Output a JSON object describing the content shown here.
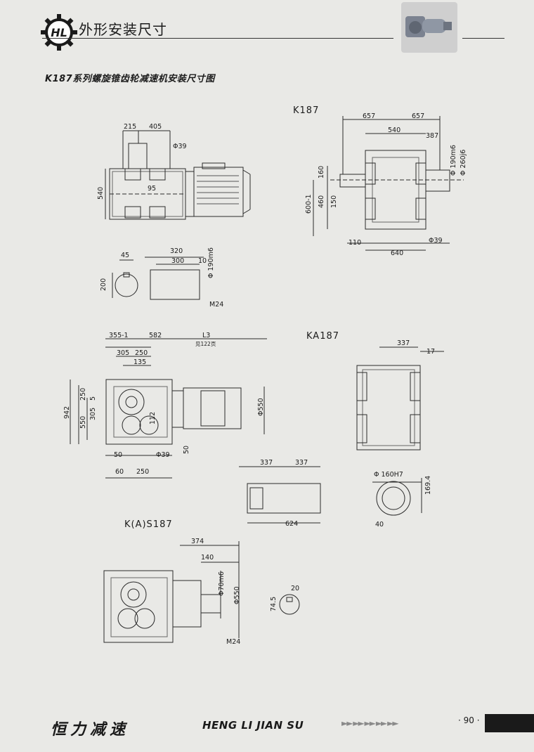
{
  "header": {
    "logo_text": "HL",
    "title": "外形安装尺寸",
    "subtitle": "K187系列螺旋锥齿轮减速机安装尺寸图"
  },
  "sections": {
    "k187": "K187",
    "ka187": "KA187",
    "ks187": "K(A)S187"
  },
  "labels": {
    "d215": "215",
    "d405": "405",
    "phi39_a": "Φ39",
    "d540_a": "540",
    "d95": "95",
    "d45": "45",
    "d200": "200",
    "d320": "320",
    "d300": "300",
    "d10": "10",
    "phi190m6_a": "Φ 190m6",
    "m24_a": "M24",
    "d657_a": "657",
    "d657_b": "657",
    "d540_b": "540",
    "d387": "387",
    "phi190m6_b": "Φ 190m6",
    "phi260j6": "Φ 260j6",
    "d160": "160",
    "d460": "460",
    "d600_1": "600-1",
    "d150": "150",
    "d110": "110",
    "d640": "640",
    "phi39_b": "Φ39",
    "d355_1": "355-1",
    "d582": "582",
    "l3": "L3",
    "l3_note": "见122页",
    "d305_a": "305",
    "d250_a": "250",
    "d135": "135",
    "d942": "942",
    "d250_v": "250",
    "d550_v": "550",
    "d305_v": "305",
    "d5": "5",
    "d112": "112",
    "phi550_a": "Φ550",
    "d50_a": "50",
    "phi39_c": "Φ39",
    "d50_b": "50",
    "d60": "60",
    "d250_b": "250",
    "d337_a": "337",
    "d17": "17",
    "d337_b": "337",
    "d337_c": "337",
    "d624": "624",
    "phi160h7": "Φ 160H7",
    "d169_4": "169.4",
    "d40": "40",
    "d374": "374",
    "d140": "140",
    "phi70m6": "Φ70m6",
    "phi550_b": "Φ550",
    "m24_b": "M24",
    "d20": "20",
    "d74_5": "74.5"
  },
  "footer": {
    "brand_cn": "恒力减速",
    "brand_en": "HENG LI JIAN SU",
    "arrows": "►► ►► ►► ►► ►►",
    "page": "· 90 ·"
  }
}
